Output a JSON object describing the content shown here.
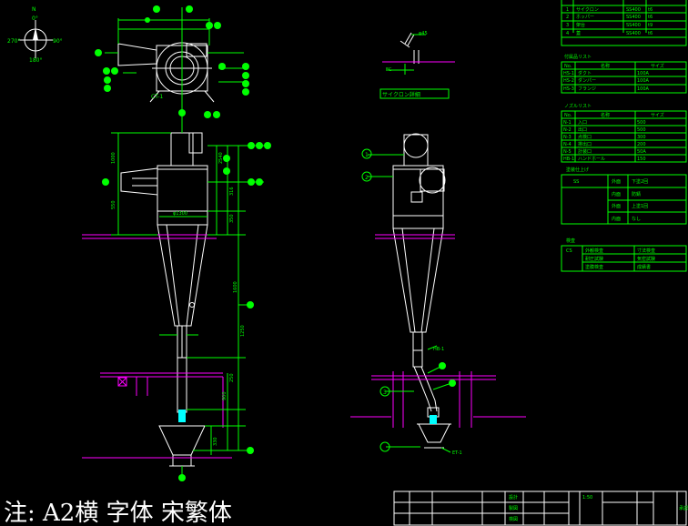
{
  "colors": {
    "background": "#000000",
    "outline": "#ffffff",
    "dimension": "#00ff00",
    "platform": "#ff00ff",
    "table": "#00ff00",
    "nozzle": "#00ffff",
    "balloon_fill": "#00ff00"
  },
  "compass": {
    "north": "N",
    "top": "0°",
    "left": "270°",
    "right": "90°",
    "bottom": "180°"
  },
  "top_view_label": "CT-1",
  "front_labels": {
    "dims_right": [
      "2540",
      "316",
      "350",
      "1600",
      "1250",
      "250",
      "900",
      "330"
    ],
    "dims_left": [
      "1000",
      "550"
    ],
    "dia_label": "φ1300"
  },
  "side_labels": {
    "balloon1": "1",
    "balloon2": "2",
    "balloon3": "3",
    "ct_label": "ET-1",
    "hb_label": "HB-1"
  },
  "detail": {
    "title": "サイクロン詳細",
    "labels": [
      "φ45",
      "FC"
    ]
  },
  "tables": {
    "t1": {
      "rows": [
        [
          "1",
          "サイクロン",
          "SS400",
          "t6"
        ],
        [
          "2",
          "ホッパー",
          "SS400",
          "t6"
        ],
        [
          "3",
          "架台",
          "SS400",
          "t9"
        ],
        [
          "4",
          "蓋",
          "SS400",
          "t6"
        ]
      ]
    },
    "t2": {
      "title": "付属品リスト",
      "header": [
        "No.",
        "名称",
        "サイズ"
      ],
      "rows": [
        [
          "HS-1",
          "ダクト",
          "100A"
        ],
        [
          "HS-2",
          "ダンパー",
          "100A"
        ],
        [
          "HS-3",
          "フランジ",
          "100A"
        ]
      ]
    },
    "t3": {
      "title": "ノズルリスト",
      "header": [
        "No.",
        "名称",
        "サイズ"
      ],
      "rows": [
        [
          "N-1",
          "入口",
          "500"
        ],
        [
          "N-2",
          "出口",
          "500"
        ],
        [
          "N-3",
          "点検口",
          "300"
        ],
        [
          "N-4",
          "排出口",
          "200"
        ],
        [
          "N-5",
          "計装口",
          "50A"
        ],
        [
          "HB-1",
          "ハンドホール",
          "150"
        ]
      ]
    },
    "t4": {
      "title": "塗装仕上げ",
      "rows": [
        [
          "SS",
          "外面",
          "下塗2回"
        ],
        [
          "",
          "内面",
          "防錆"
        ],
        [
          "",
          "外面",
          "上塗1回"
        ],
        [
          "",
          "内面",
          "なし"
        ]
      ]
    },
    "t5": {
      "title": "検査",
      "rows": [
        [
          "CS",
          "外観検査",
          "寸法検査"
        ],
        [
          "",
          "耐圧試験",
          "気密試験"
        ],
        [
          "",
          "塗膜検査",
          "成績書"
        ]
      ]
    }
  },
  "title_block": {
    "scale": "1:50",
    "labels": [
      "設計",
      "製図",
      "検図",
      "承認"
    ]
  },
  "note": "注: A2横 字体 宋繁体"
}
